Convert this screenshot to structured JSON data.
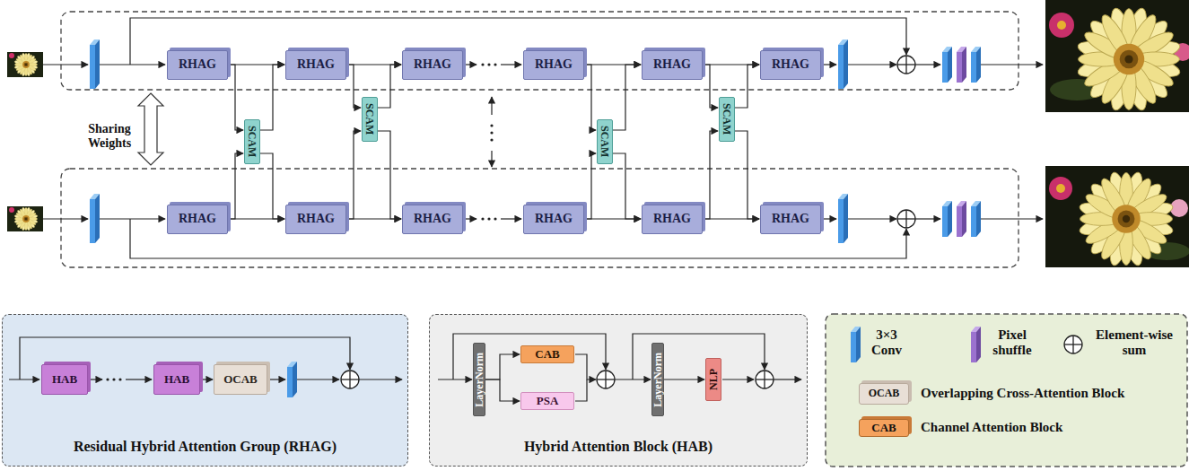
{
  "diagram": {
    "nodes": [
      {
        "text": [
          "RHAG"
        ]
      },
      {
        "text": [
          "RHAG"
        ]
      },
      {
        "text": [
          "RHAG"
        ]
      },
      {
        "text": [
          "RHAG"
        ]
      },
      {
        "text": [
          "RHAG"
        ]
      },
      {
        "text": [
          "RHAG"
        ]
      },
      {
        "text": [
          "SCAM"
        ]
      },
      {
        "text": [
          "SCAM"
        ]
      },
      {
        "text": [
          "SCAM"
        ]
      },
      {
        "text": [
          "SCAM"
        ]
      },
      {
        "text": [
          "RHAG"
        ]
      },
      {
        "text": [
          "RHAG"
        ]
      },
      {
        "text": [
          "RHAG"
        ]
      },
      {
        "text": [
          "RHAG"
        ]
      },
      {
        "text": [
          "RHAG"
        ]
      },
      {
        "text": [
          "RHAG"
        ]
      },
      {
        "text": [
          "Residual Hybrid Attention Group (RHAG)"
        ]
      },
      {
        "text": [
          "HAB"
        ],
        "in": 16
      },
      {
        "text": [
          "HAB"
        ],
        "in": 16
      },
      {
        "text": [
          "OCAB"
        ],
        "in": 16
      },
      {
        "text": [
          "Hybrid Attention Block (HAB)"
        ]
      },
      {
        "text": [
          "LayerNorm"
        ],
        "in": 20
      },
      {
        "text": [
          "CAB"
        ],
        "in": 20
      },
      {
        "text": [
          "PSA"
        ],
        "in": 20
      },
      {
        "text": [
          "LayerNorm"
        ],
        "in": 20
      },
      {
        "text": [
          "NLP"
        ],
        "in": 20
      }
    ],
    "edges": [
      {
        "from": 0,
        "to": 1,
        "arrow": "to"
      },
      {
        "from": 1,
        "to": 2,
        "arrow": "to"
      },
      {
        "from": 3,
        "to": 4,
        "arrow": "to"
      },
      {
        "from": 4,
        "to": 5,
        "arrow": "to"
      },
      {
        "from": 10,
        "to": 11,
        "arrow": "to"
      },
      {
        "from": 11,
        "to": 12,
        "arrow": "to"
      },
      {
        "from": 13,
        "to": 14,
        "arrow": "to"
      },
      {
        "from": 14,
        "to": 15,
        "arrow": "to"
      },
      {
        "from": 0,
        "to": 6,
        "arrow": "to"
      },
      {
        "from": 10,
        "to": 6,
        "arrow": "to"
      },
      {
        "from": 6,
        "to": 1,
        "arrow": "to"
      },
      {
        "from": 6,
        "to": 11,
        "arrow": "to"
      },
      {
        "from": 1,
        "to": 7,
        "arrow": "to"
      },
      {
        "from": 11,
        "to": 7,
        "arrow": "to"
      },
      {
        "from": 7,
        "to": 2,
        "arrow": "to"
      },
      {
        "from": 7,
        "to": 12,
        "arrow": "to"
      },
      {
        "from": 3,
        "to": 8,
        "arrow": "to"
      },
      {
        "from": 13,
        "to": 8,
        "arrow": "to"
      },
      {
        "from": 8,
        "to": 4,
        "arrow": "to"
      },
      {
        "from": 8,
        "to": 14,
        "arrow": "to"
      },
      {
        "from": 4,
        "to": 9,
        "arrow": "to"
      },
      {
        "from": 14,
        "to": 9,
        "arrow": "to"
      },
      {
        "from": 9,
        "to": 5,
        "arrow": "to"
      },
      {
        "from": 9,
        "to": 15,
        "arrow": "to"
      },
      {
        "from": 18,
        "to": 19,
        "arrow": "to"
      },
      {
        "from": 21,
        "to": 22,
        "arrow": "to"
      },
      {
        "from": 21,
        "to": 23,
        "arrow": "to"
      },
      {
        "from": 24,
        "to": 25,
        "arrow": "to"
      }
    ],
    "labels": [
      "Sharing Weights",
      "OCAB",
      "CAB"
    ],
    "legend": [
      {
        "text": "3×3 Conv"
      },
      {
        "text": "Pixel shuffle"
      },
      {
        "text": "Element-wise sum"
      },
      {
        "text": "Overlapping Cross-Attention Block",
        "color": "#e8dfd6"
      },
      {
        "text": "Channel Attention Block",
        "color": "#f5a25d"
      }
    ]
  }
}
